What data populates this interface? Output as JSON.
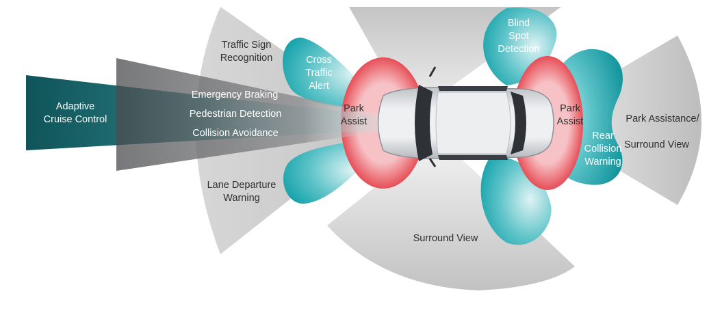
{
  "labels": {
    "adaptive_cruise_control": [
      "Adaptive",
      "Cruise Control"
    ],
    "traffic_sign_recognition": [
      "Traffic Sign",
      "Recognition"
    ],
    "emergency_braking": "Emergency Braking",
    "pedestrian_detection": "Pedestrian Detection",
    "collision_avoidance": "Collision Avoidance",
    "lane_departure_warning": [
      "Lane Departure",
      "Warning"
    ],
    "cross_traffic_alert": [
      "Cross",
      "Traffic",
      "Alert"
    ],
    "park_assist_front": [
      "Park",
      "Assist"
    ],
    "park_assist_rear": [
      "Park",
      "Assist"
    ],
    "blind_spot_detection": [
      "Blind",
      "Spot",
      "Detection"
    ],
    "rear_collision_warning": [
      "Rear",
      "Collision",
      "Warning"
    ],
    "park_assistance_surround_view": [
      "Park Assistance/",
      "Surround View"
    ],
    "surround_view": "Surround View"
  },
  "colors": {
    "teal": "#0e9ea6",
    "dark_teal": "#155e63",
    "dark_gray": "#58595b",
    "light_gray": "#c8c8c8",
    "red": "#e2313b"
  }
}
